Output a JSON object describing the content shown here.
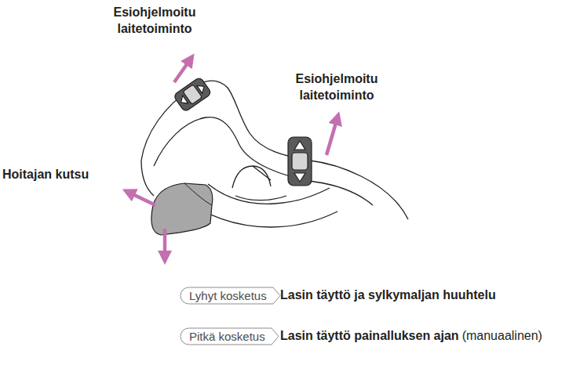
{
  "diagram": {
    "nodes": [
      {
        "text": [
          "Lyhyt kosketus"
        ]
      },
      {
        "text": [
          "Pitkä kosketus"
        ]
      }
    ],
    "labels": [
      "Esiohjelmoitu laitetoiminto",
      "Esiohjelmoitu laitetoiminto",
      "Hoitajan kutsu",
      "Lasin täyttö ja sylkymaljan huuhtelu",
      "Lasin täyttö painalluksen ajan",
      "(manuaalinen)"
    ]
  }
}
